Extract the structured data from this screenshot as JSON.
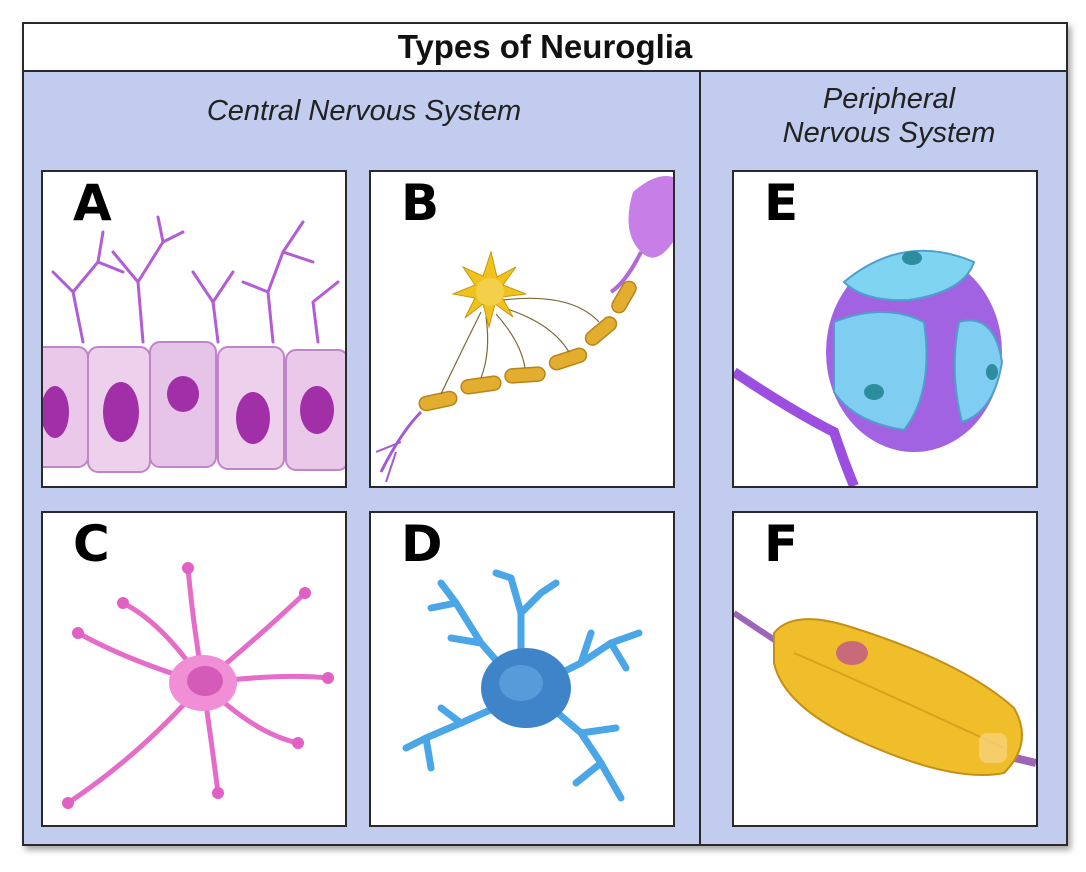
{
  "title": "Types of Neuroglia",
  "sections": {
    "cns": {
      "title": "Central Nervous System"
    },
    "pns": {
      "title_line1": "Peripheral",
      "title_line2": "Nervous System"
    }
  },
  "panels": [
    {
      "label": "A",
      "icon": "ependymal-cells-illustration"
    },
    {
      "label": "B",
      "icon": "oligodendrocyte-illustration"
    },
    {
      "label": "C",
      "icon": "astrocyte-illustration"
    },
    {
      "label": "D",
      "icon": "microglia-illustration"
    },
    {
      "label": "E",
      "icon": "satellite-cells-illustration"
    },
    {
      "label": "F",
      "icon": "schwann-cell-illustration"
    }
  ],
  "colors": {
    "background": "#c1ccee",
    "border": "#2a2a2a",
    "panel": "#ffffff"
  }
}
